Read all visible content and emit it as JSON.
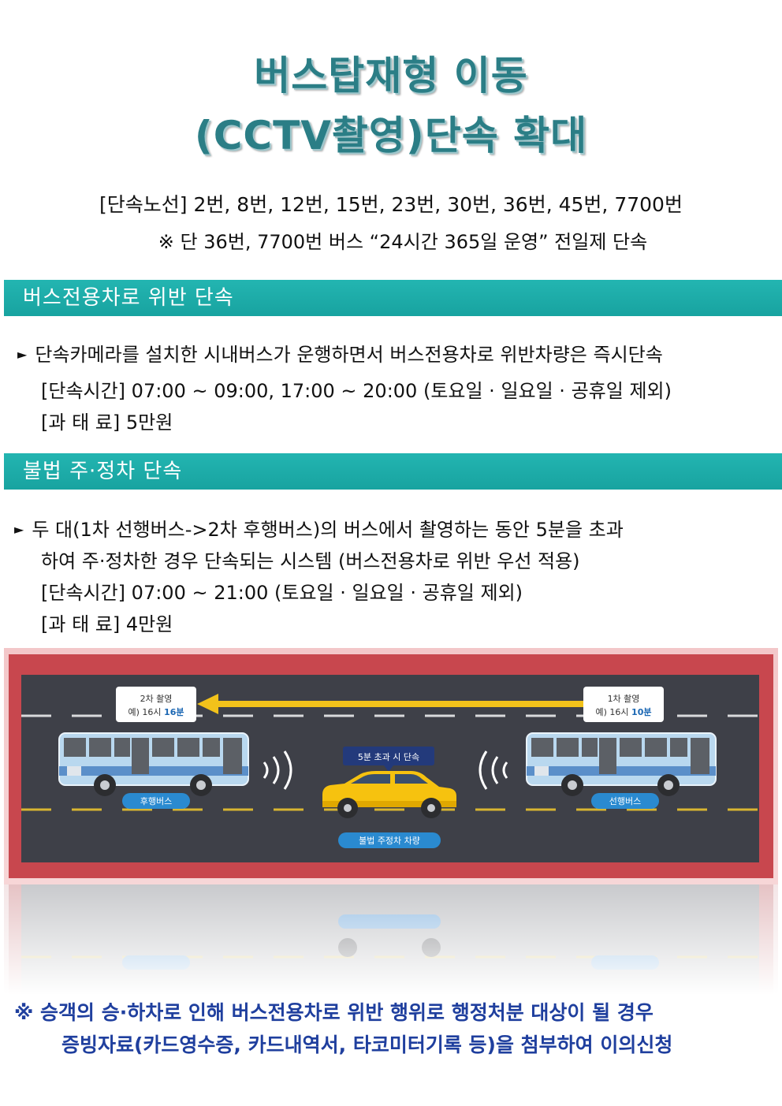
{
  "title": {
    "line1": "버스탑재형 이동",
    "line2": "(CCTV촬영)단속 확대"
  },
  "routes": {
    "line": "[단속노선] 2번, 8번, 12번, 15번, 23번, 30번, 36번, 45번, 7700번",
    "note": "※ 단 36번, 7700번 버스 “24시간 365일 운영” 전일제 단속"
  },
  "section1": {
    "heading": "버스전용차로 위반 단속",
    "bullet_icon": "triangle-right-icon",
    "desc": "단속카메라를 설치한 시내버스가 운행하면서 버스전용차로 위반차량은 즉시단속",
    "hours": "[단속시간]  07:00 ~ 09:00,  17:00 ~ 20:00 (토요일 · 일요일 · 공휴일 제외)",
    "fine": "[과 태 료]  5만원"
  },
  "section2": {
    "heading": "불법 주·정차 단속",
    "desc_line1": "두 대(1차 선행버스->2차 후행버스)의 버스에서 촬영하는 동안 5분을  초과",
    "desc_line2": "하여 주·정차한 경우 단속되는 시스템 (버스전용차로 위반 우선 적용)",
    "hours": "[단속시간]  07:00 ~ 21:00  (토요일 · 일요일 · 공휴일 제외)",
    "fine": "[과 태 료]  4만원"
  },
  "illustration": {
    "second_shot_title": "2차 촬영",
    "second_shot_prefix": "예) 16시 ",
    "second_shot_time": "16분",
    "first_shot_title": "1차 촬영",
    "first_shot_prefix": "예) 16시 ",
    "first_shot_time": "10분",
    "callout": "5분 초과 시 단속",
    "rear_bus_label": "후행버스",
    "lead_bus_label": "선행버스",
    "car_label": "불법 주정차 차량",
    "colors": {
      "road": "#3e4048",
      "frame": "#c8474e",
      "bus_body": "#b9d8ef",
      "car_body": "#f6c20f",
      "label_blue": "#2a8ad0",
      "callout_navy": "#233a7b"
    }
  },
  "footer": {
    "line1": "※ 승객의 승·하차로 인해 버스전용차로 위반 행위로 행정처분 대상이 될 경우",
    "line2": "증빙자료(카드영수증, 카드내역서, 타코미터기록 등)을 첨부하여 이의신청"
  }
}
